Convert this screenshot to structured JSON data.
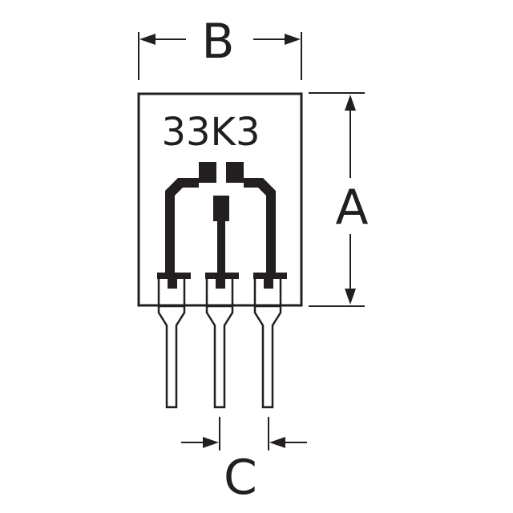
{
  "component": {
    "marking": "33K3",
    "pin_count": 3
  },
  "dimensions": {
    "width_label": "B",
    "height_label": "A",
    "pitch_label": "C"
  },
  "colors": {
    "ink": "#231f20",
    "background": "#ffffff"
  }
}
